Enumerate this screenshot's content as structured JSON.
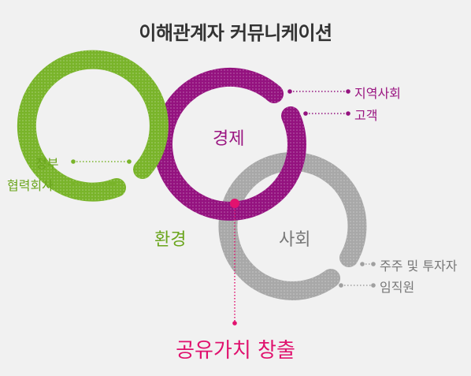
{
  "title": "이해관계자 커뮤니케이션",
  "colors": {
    "economy": "#94127f",
    "environment": "#79b42a",
    "society": "#a8a8a8",
    "shared_value": "#e2126f"
  },
  "rings": {
    "economy": {
      "label": "경제",
      "stakeholders": [
        "지역사회",
        "고객"
      ]
    },
    "environment": {
      "label": "환경",
      "stakeholders": [
        "정부",
        "협력회사"
      ]
    },
    "society": {
      "label": "사회",
      "stakeholders": [
        "주주 및 투자자",
        "임직원"
      ]
    }
  },
  "shared_value": "공유가치 창출"
}
